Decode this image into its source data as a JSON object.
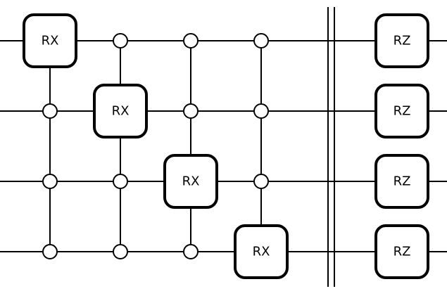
{
  "diagram": {
    "wire_count": 4,
    "control_node_style": "open-circle",
    "barrier": "double-line",
    "colors": {
      "stroke": "#000000",
      "background": "#ffffff"
    },
    "controlled_gates": [
      {
        "label": "RX",
        "target_wire": 1,
        "control_wires": [
          2,
          3,
          4
        ]
      },
      {
        "label": "RX",
        "target_wire": 2,
        "control_wires": [
          1,
          3,
          4
        ]
      },
      {
        "label": "RX",
        "target_wire": 3,
        "control_wires": [
          1,
          2,
          4
        ]
      },
      {
        "label": "RX",
        "target_wire": 4,
        "control_wires": [
          1,
          2,
          3
        ]
      }
    ],
    "final_gates": [
      {
        "label": "RZ",
        "wire": 1
      },
      {
        "label": "RZ",
        "wire": 2
      },
      {
        "label": "RZ",
        "wire": 3
      },
      {
        "label": "RZ",
        "wire": 4
      }
    ]
  }
}
